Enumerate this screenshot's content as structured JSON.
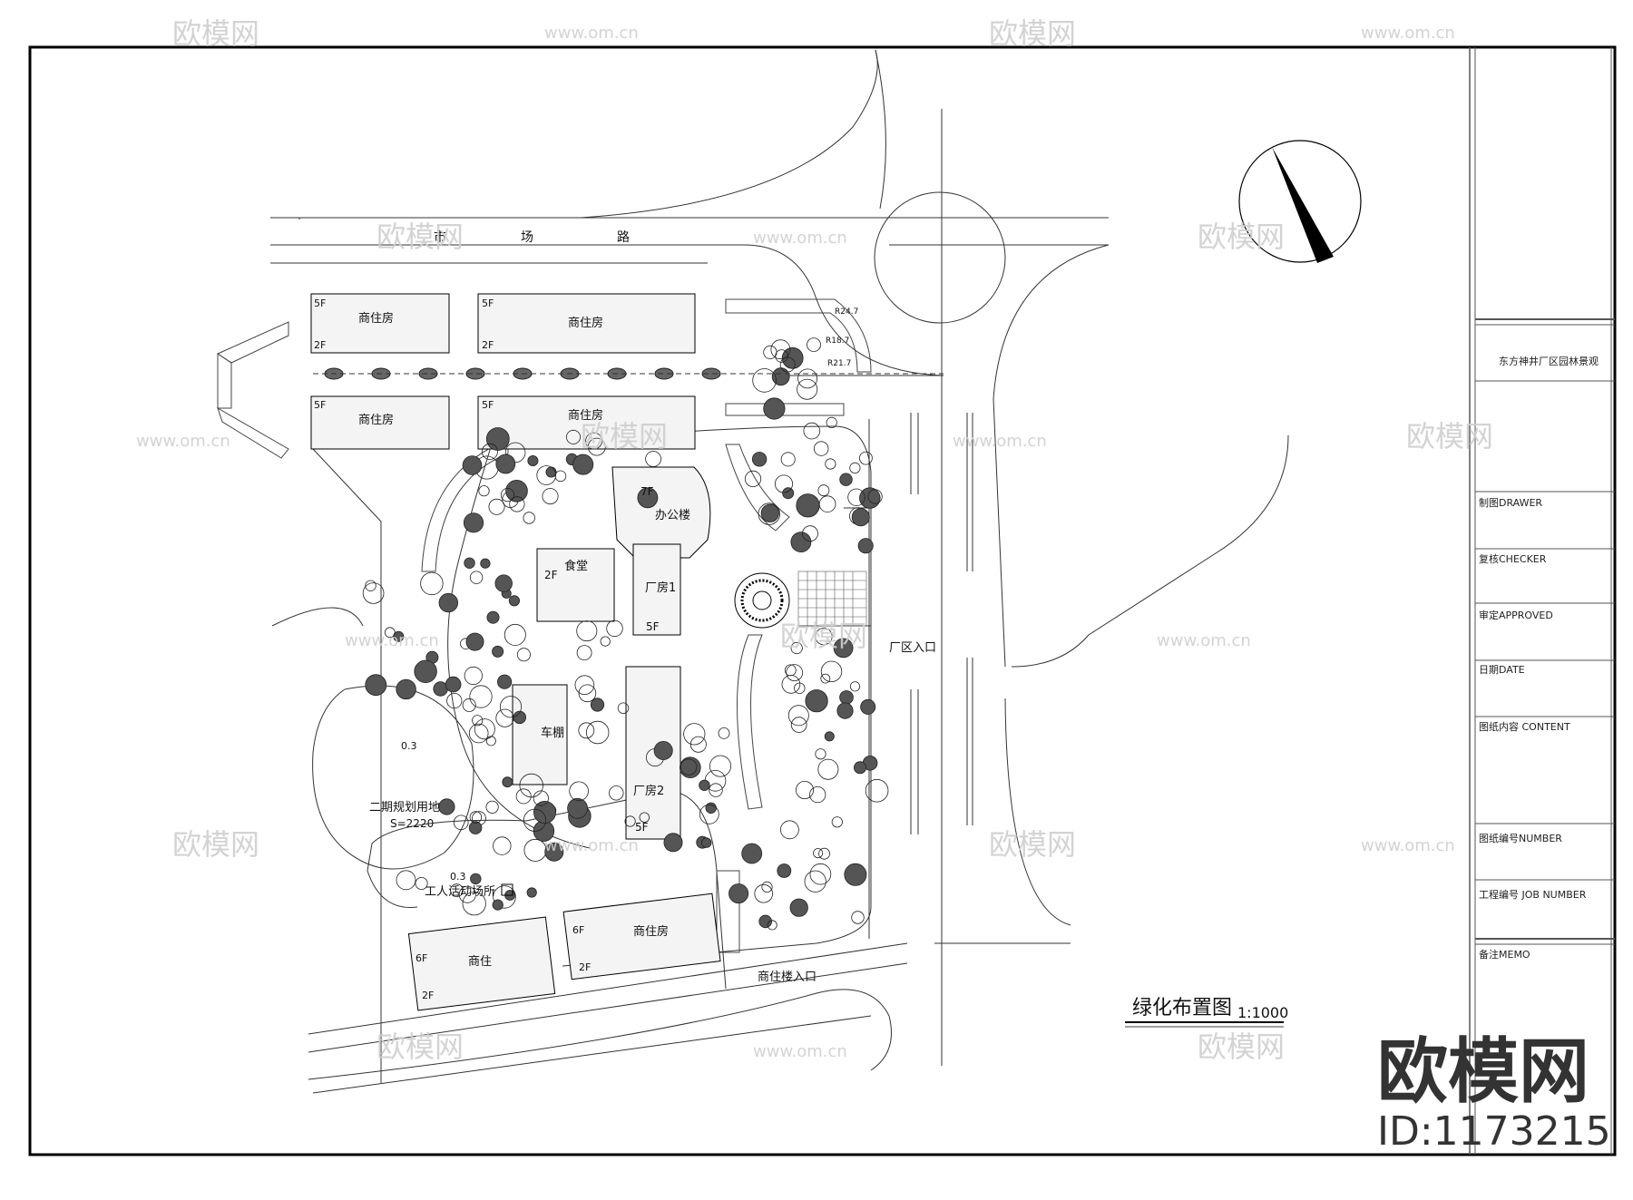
{
  "drawing": {
    "title": "绿化布置图",
    "scale": "1:1000",
    "project_name": "东方神井厂区园林景观"
  },
  "roads": {
    "market_road": [
      "市",
      "场",
      "路"
    ],
    "radius_labels": [
      "R24.7",
      "R18.7",
      "R21.7"
    ]
  },
  "buildings": {
    "res_top_left": {
      "label": "商住房",
      "top_floor": "5F",
      "bottom_floor": "2F"
    },
    "res_top_right": {
      "label": "商住房",
      "top_floor": "5F",
      "bottom_floor": "2F"
    },
    "res_mid_left": {
      "label": "商住房",
      "top_floor": "5F"
    },
    "res_mid_right": {
      "label": "商住房",
      "top_floor": "5F"
    },
    "office": {
      "label": "办公楼",
      "floors": "7F"
    },
    "canteen": {
      "label": "食堂",
      "floors": "2F"
    },
    "factory1": {
      "label": "厂房1",
      "floors": "5F"
    },
    "factory2": {
      "label": "厂房2",
      "floors": "5F"
    },
    "shed": {
      "label": "车棚"
    },
    "res_bottom_left": {
      "label": "商住",
      "top_floor": "6F",
      "bottom_floor": "2F"
    },
    "res_bottom_right": {
      "label": "商住房",
      "top_floor": "6F",
      "bottom_floor": "2F"
    }
  },
  "areas": {
    "phase2": {
      "label": "二期规划用地",
      "area": "S=2220",
      "level": "0.3"
    },
    "workers": {
      "label": "工人活动场所",
      "level": "0.3"
    }
  },
  "entrances": {
    "factory": "厂区入口",
    "residential": "商住楼入口"
  },
  "title_block": {
    "drawer": "制图DRAWER",
    "checker": "复核CHECKER",
    "approved": "审定APPROVED",
    "date": "日期DATE",
    "content": "图纸内容 CONTENT",
    "number": "图纸编号NUMBER",
    "job_number": "工程编号 JOB NUMBER",
    "memo": "备注MEMO"
  },
  "watermark": {
    "brand": "欧模网",
    "url": "www.om.cn",
    "id": "ID:1173215"
  }
}
